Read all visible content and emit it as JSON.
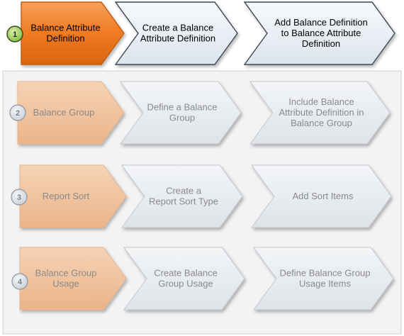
{
  "rows": [
    {
      "number": "1",
      "active": true,
      "steps": [
        {
          "lines": [
            "Balance Attribute",
            "Definition"
          ]
        },
        {
          "lines": [
            "Create a Balance",
            "Attribute Definition"
          ]
        },
        {
          "lines": [
            "Add Balance Definition",
            "to Balance Attribute",
            "Definition"
          ]
        }
      ]
    },
    {
      "number": "2",
      "active": false,
      "steps": [
        {
          "lines": [
            "Balance Group"
          ]
        },
        {
          "lines": [
            "Define a Balance",
            "Group"
          ]
        },
        {
          "lines": [
            "Include Balance",
            "Attribute Definition in",
            "Balance Group"
          ]
        }
      ]
    },
    {
      "number": "3",
      "active": false,
      "steps": [
        {
          "lines": [
            "Report Sort"
          ]
        },
        {
          "lines": [
            "Create a",
            "Report Sort Type"
          ]
        },
        {
          "lines": [
            "Add Sort Items"
          ]
        }
      ]
    },
    {
      "number": "4",
      "active": false,
      "steps": [
        {
          "lines": [
            "Balance Group",
            "Usage"
          ]
        },
        {
          "lines": [
            "Create Balance",
            "Group Usage"
          ]
        },
        {
          "lines": [
            "Define Balance Group",
            "Usage Items"
          ]
        }
      ]
    }
  ],
  "colors": {
    "active_first_fill": "#f07a22",
    "active_other_fill": "#e9eef6",
    "active_text": "#000000",
    "inactive_first_fill": "#f0c29e",
    "inactive_other_fill": "#e8ebef",
    "inactive_text": "#8a8a8a",
    "badge_active_fill": "#9ccb5a",
    "badge_inactive_fill": "#d6dbe2",
    "panel_fill": "#f3f3f3",
    "panel_border": "#cfcfcf"
  }
}
